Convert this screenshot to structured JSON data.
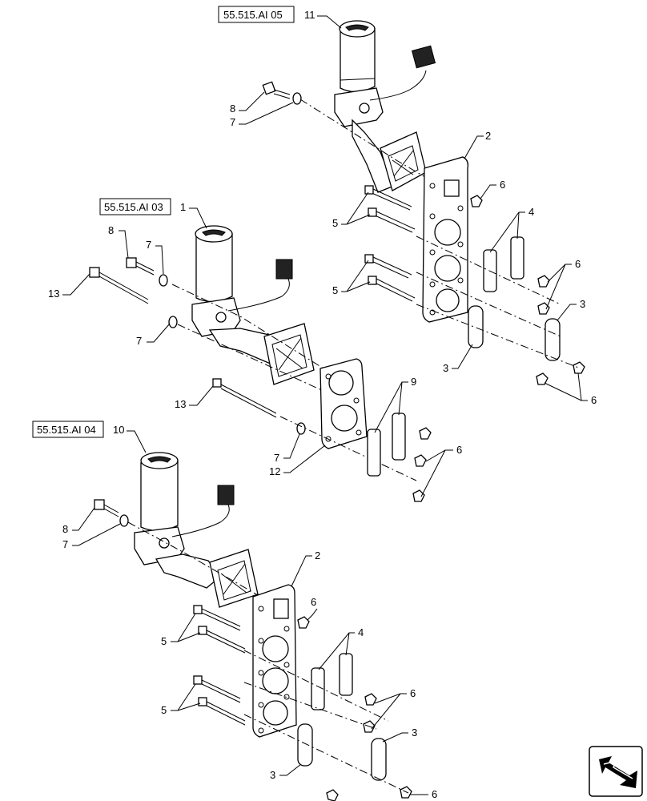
{
  "references": {
    "ref_top": "55.515.AI 05",
    "ref_mid": "55.515.AI 03",
    "ref_bot": "55.515.AI 04"
  },
  "callouts": {
    "c11": "11",
    "c8a": "8",
    "c7a": "7",
    "c2a": "2",
    "c6a": "6",
    "c5a": "5",
    "c4a": "4",
    "c5b": "5",
    "c6b": "6",
    "c3a": "3",
    "c3b": "3",
    "c6c": "6",
    "c1": "1",
    "c8b": "8",
    "c7b": "7",
    "c13a": "13",
    "c7c": "7",
    "c9": "9",
    "c13b": "13",
    "c7d": "7",
    "c6d": "6",
    "c12": "12",
    "c10": "10",
    "c8c": "8",
    "c7e": "7",
    "c2b": "2",
    "c6e": "6",
    "c5c": "5",
    "c4b": "4",
    "c6f": "6",
    "c5d": "5",
    "c3c": "3",
    "c3d": "3",
    "c6g": "6"
  },
  "icons": {
    "nav": "navigation-arrow-icon"
  }
}
